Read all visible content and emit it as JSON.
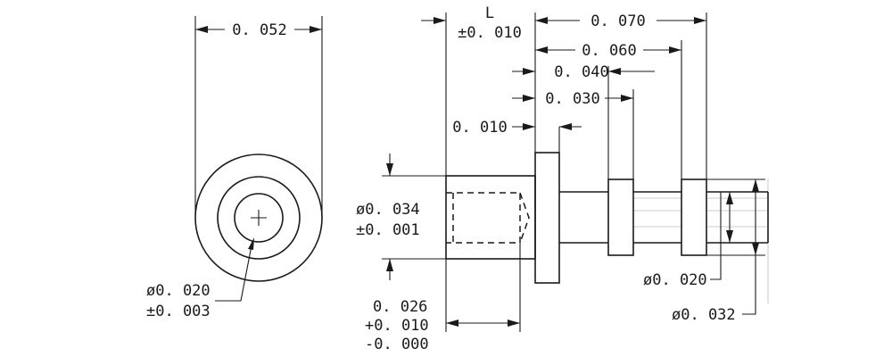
{
  "end_view": {
    "width_dim": "0. 052",
    "bore_dim": [
      "ø0. 020",
      "±0. 003"
    ]
  },
  "side_view": {
    "length": [
      "L",
      "±0. 010"
    ],
    "positions": [
      "0. 070",
      "0. 060",
      "0. 040",
      "0. 030",
      "0. 010"
    ],
    "head_dia": [
      "ø0. 034",
      "±0. 001"
    ],
    "bore_depth": [
      "0. 026",
      "+0. 010",
      "-0. 000"
    ],
    "pin_dia": "ø0. 020",
    "collar_dia": "ø0. 032"
  }
}
